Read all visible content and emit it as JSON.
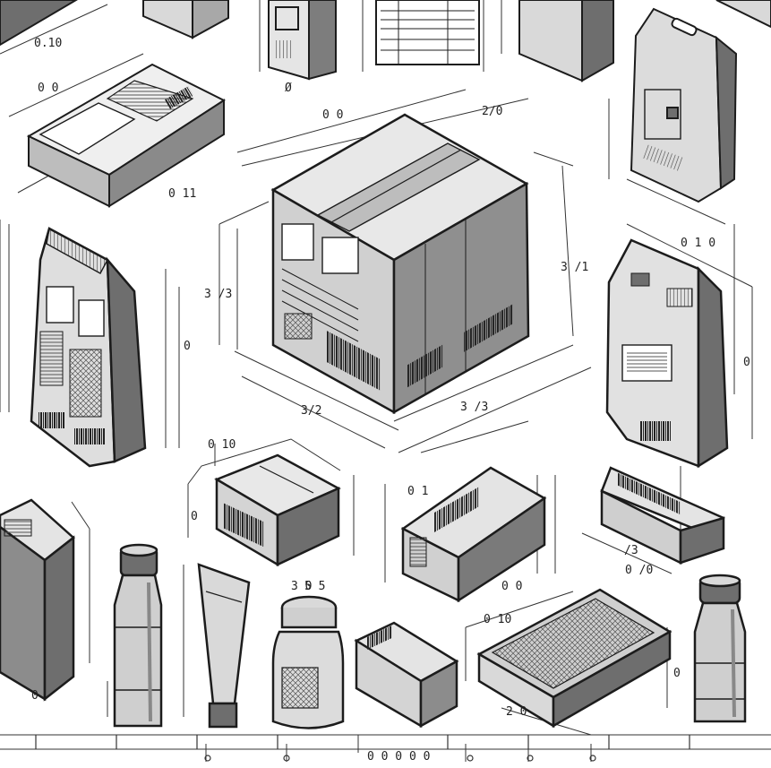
{
  "image": {
    "description_colors": {
      "paper": "#ffffff",
      "ink": "#1c1c1c",
      "shade_light": "#d9d9d9",
      "shade_mid": "#a8a8a8",
      "shade_dark": "#6e6e6e"
    }
  },
  "dimension_labels": {
    "tl_box_a": "0.10",
    "tl_box_b": "0 0",
    "tl_box_c": "0 11",
    "top_mid_a": "Ø",
    "center_box_top": "2/0",
    "center_box_top2": "0 0",
    "center_box_right": "3 /1",
    "center_box_left": "3 /3",
    "center_box_bottom_left": "3/2",
    "center_box_bottom_right": "3 /3",
    "left_bag_side": "0",
    "right_bag_top": "0 1 0",
    "right_bag_side": "0",
    "mid_small_box_top": "0 10",
    "mid_small_box_left": "0",
    "mid_small_box_bottom": "3 0",
    "center_small_box_top": "0 1",
    "center_small_box_right": "0 0",
    "right_stick_top": "/3",
    "right_stick_bottom": "0 /0",
    "bottle_mid_label": "5 5",
    "tray_top": "0 10",
    "tray_bottom": "2 0",
    "bottom_center": "0 0 0 0 0",
    "bottom_left": "0",
    "right_bottle_side": "0"
  }
}
